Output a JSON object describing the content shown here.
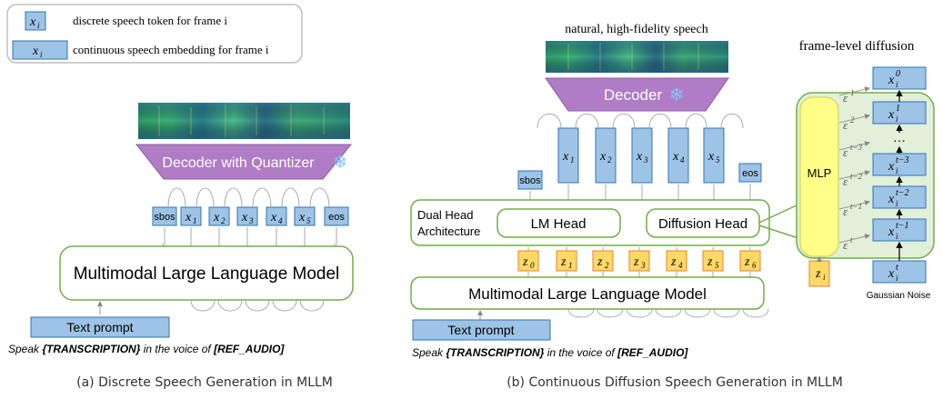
{
  "legend": {
    "discrete_symbol": "x",
    "discrete_sub": "i",
    "discrete_label": "discrete speech token for frame i",
    "continuous_symbol": "x",
    "continuous_sub": "i",
    "continuous_label": "continuous speech embedding for frame i"
  },
  "panel_a": {
    "decoder": "Decoder with Quantizer",
    "tokens": [
      {
        "s": "sbos",
        "sub": ""
      },
      {
        "s": "x",
        "sub": "1"
      },
      {
        "s": "x",
        "sub": "2"
      },
      {
        "s": "x",
        "sub": "3"
      },
      {
        "s": "x",
        "sub": "4"
      },
      {
        "s": "x",
        "sub": "5"
      },
      {
        "s": "eos",
        "sub": ""
      }
    ],
    "mllm": "Multimodal Large Language Model",
    "text_prompt": "Text prompt",
    "instruction_pre": "Speak ",
    "instruction_bold1": "{TRANSCRIPTION}",
    "instruction_mid": " in the voice of ",
    "instruction_bold2": "[REF_AUDIO]",
    "caption": "(a) Discrete Speech Generation in MLLM"
  },
  "panel_b": {
    "top_label": "natural, high-fidelity speech",
    "decoder": "Decoder",
    "sbos": "sbos",
    "eos": "eos",
    "tokens": [
      "1",
      "2",
      "3",
      "4",
      "5"
    ],
    "token_symbol": "x",
    "dual_head": "Dual Head Architecture",
    "lm_head": "LM Head",
    "diffusion_head": "Diffusion Head",
    "z_symbol": "z",
    "z_subs": [
      "0",
      "1",
      "2",
      "3",
      "4",
      "5",
      "6"
    ],
    "mllm": "Multimodal Large Language Model",
    "text_prompt": "Text prompt",
    "instruction_pre": "Speak ",
    "instruction_bold1": "{TRANSCRIPTION}",
    "instruction_mid": " in the voice of ",
    "instruction_bold2": "[REF_AUDIO]",
    "caption": "(b) Continuous Diffusion Speech Generation in MLLM"
  },
  "diffusion": {
    "title": "frame-level diffusion",
    "mlp": "MLP",
    "zi": "z",
    "zi_sub": "i",
    "states": [
      {
        "sup": "0"
      },
      {
        "sup": "1"
      },
      {
        "sup": "t−3"
      },
      {
        "sup": "t−2"
      },
      {
        "sup": "t−1"
      },
      {
        "sup": "t"
      }
    ],
    "dots": "…",
    "eps_labels": [
      {
        "sup": "1"
      },
      {
        "sup": "2"
      },
      {
        "sup": "t−3"
      },
      {
        "sup": "t−2"
      },
      {
        "sup": "t−1"
      },
      {
        "sup": "t"
      }
    ],
    "noise": "Gaussian Noise"
  },
  "colors": {
    "token_blue": "#9dc3e6",
    "token_border": "#2e75b6",
    "decoder_purple": "#b07cc6",
    "green_border": "#70ad47",
    "green_fill": "#e2efd9",
    "mlp_yellow": "#ffff88",
    "z_orange": "#ffc000",
    "z_fill": "#ffd966",
    "prompt_blue": "#9dc3e6"
  }
}
